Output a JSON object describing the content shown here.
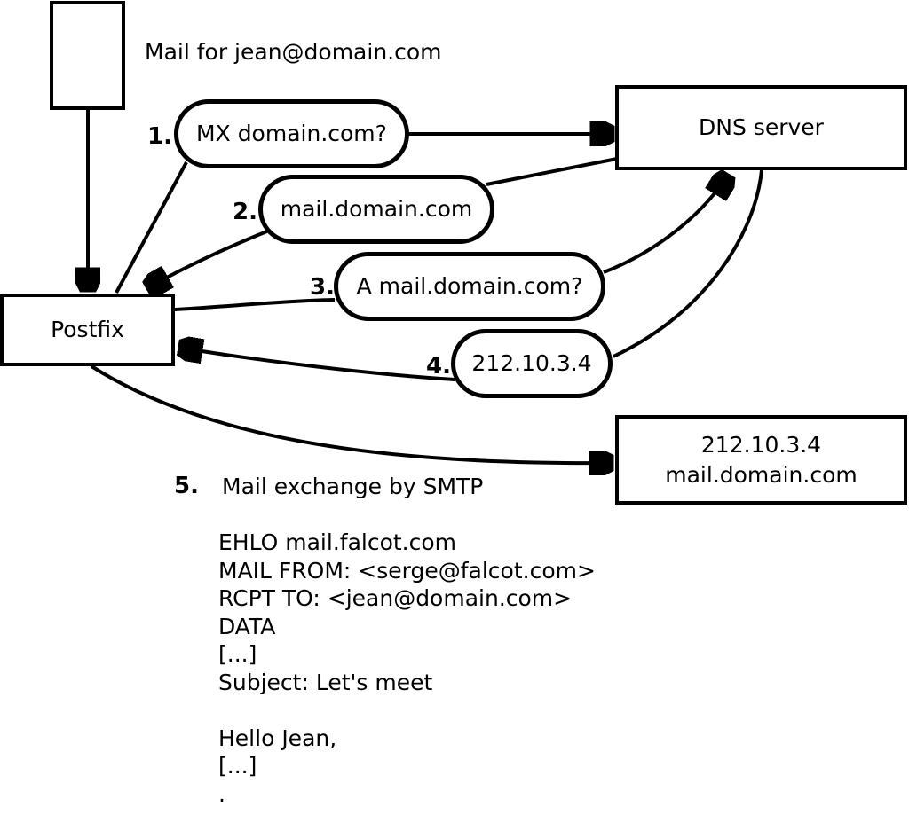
{
  "diagram": {
    "mail_label": "Mail for jean@domain.com",
    "nodes": {
      "postfix": "Postfix",
      "dns": "DNS server",
      "mailserver": {
        "line1": "212.10.3.4",
        "line2": "mail.domain.com"
      }
    },
    "steps": [
      {
        "num": "1.",
        "label": "MX domain.com?"
      },
      {
        "num": "2.",
        "label": "mail.domain.com"
      },
      {
        "num": "3.",
        "label": "A mail.domain.com?"
      },
      {
        "num": "4.",
        "label": "212.10.3.4"
      },
      {
        "num": "5.",
        "label": "Mail exchange by SMTP"
      }
    ],
    "smtp": {
      "lines": [
        "EHLO mail.falcot.com",
        "MAIL FROM: <serge@falcot.com>",
        "RCPT TO: <jean@domain.com>",
        "DATA",
        "[...]",
        "Subject: Let's meet",
        "",
        "Hello Jean,",
        "[...]",
        "."
      ]
    },
    "colors": {
      "line": "#000000",
      "background": "#ffffff"
    }
  }
}
